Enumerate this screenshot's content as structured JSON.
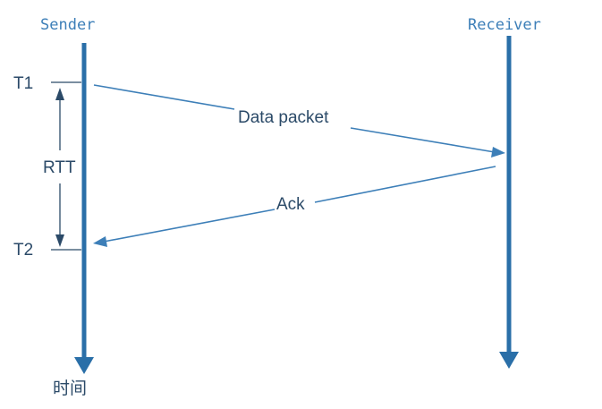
{
  "participants": {
    "sender": "Sender",
    "receiver": "Receiver"
  },
  "messages": {
    "data": "Data packet",
    "ack": "Ack"
  },
  "markers": {
    "t1": "T1",
    "t2": "T2",
    "rtt": "RTT"
  },
  "time_axis_label": "时间",
  "colors": {
    "lifeline": "#2a6fa8",
    "arrow": "#3d7fb8",
    "participant_text": "#3d7fb8",
    "label_text": "#2b4a68"
  }
}
